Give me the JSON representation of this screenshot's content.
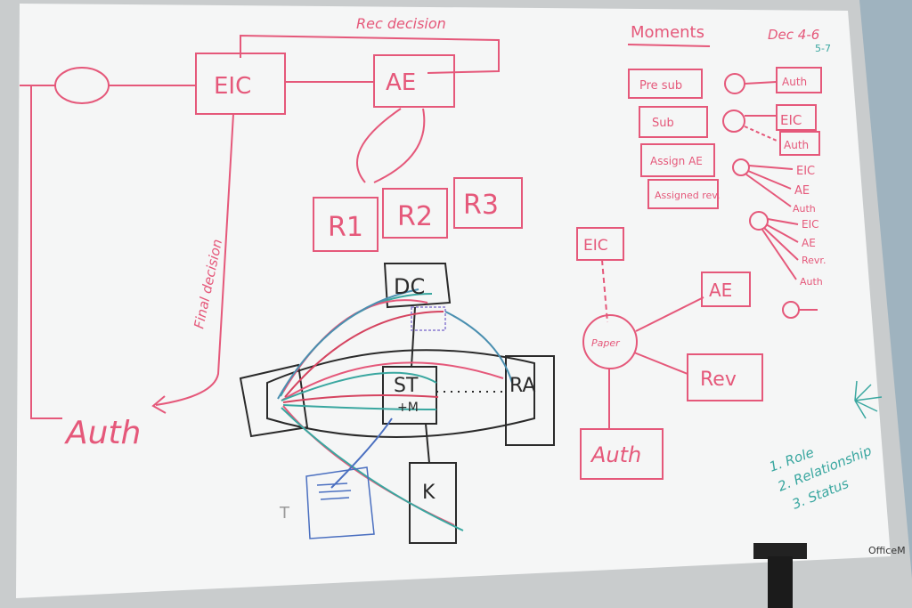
{
  "colors": {
    "marker_red": "#e5587a",
    "marker_black": "#2a2a2a",
    "marker_teal": "#3aa7a0",
    "marker_blue": "#4a6fc0",
    "board": "#f5f6f6",
    "frame": "#c9cccd",
    "wall": "#9fb3bf"
  },
  "workflow": {
    "top_label": "Rec decision",
    "eic": "EIC",
    "ae": "AE",
    "reviewers": [
      "R1",
      "R2",
      "R3"
    ],
    "side_label": "Final decision",
    "auth": "Auth"
  },
  "moments": {
    "title": "Moments",
    "date_main": "Dec 4-6",
    "date_alt": "5-7",
    "stages": [
      "Pre sub",
      "Sub",
      "Assign AE",
      "Assigned rev."
    ],
    "nodes": [
      [
        "Auth"
      ],
      [
        "EIC",
        "Auth"
      ],
      [
        "EIC",
        "AE",
        "Auth"
      ],
      [
        "EIC",
        "AE",
        "Revr.",
        "Auth"
      ]
    ]
  },
  "entity": {
    "eic": "EIC",
    "ae": "AE",
    "paper": "Paper",
    "rev": "Rev",
    "auth": "Auth"
  },
  "legend": [
    "1. Role",
    "2. Relationship",
    "3. Status"
  ],
  "diagram": {
    "dc": "DC",
    "st": "ST",
    "m": "+M",
    "ra": "RA",
    "k": "K",
    "note": "T"
  },
  "brand": "OfficeM"
}
